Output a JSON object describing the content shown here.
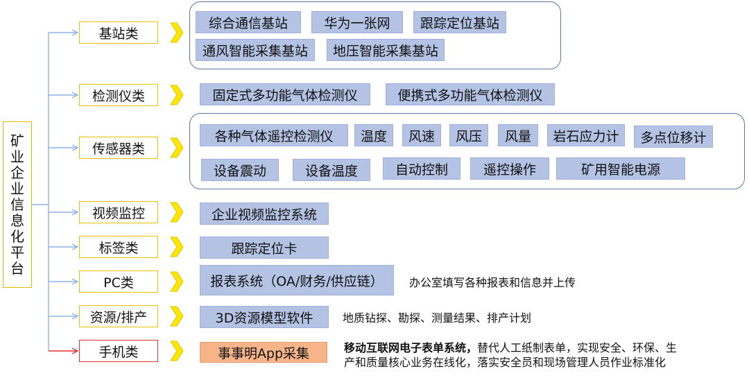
{
  "root": {
    "chars": [
      "矿",
      "业",
      "企",
      "业",
      "信",
      "息",
      "化",
      "平",
      "台"
    ]
  },
  "categories": [
    {
      "id": "base",
      "label": "基站类",
      "items": [
        "综合通信基站",
        "华为一张网",
        "跟踪定位基站",
        "通风智能采集基站",
        "地压智能采集基站"
      ]
    },
    {
      "id": "instrument",
      "label": "检测仪类",
      "items": [
        "固定式多功能气体检测仪",
        "便携式多功能气体检测仪"
      ]
    },
    {
      "id": "sensor",
      "label": "传感器类",
      "items": [
        "各种气体遥控检测仪",
        "温度",
        "风速",
        "风压",
        "风量",
        "岩石应力计",
        "多点位移计",
        "设备震动",
        "设备温度",
        "自动控制",
        "遥控操作",
        "矿用智能电源"
      ]
    },
    {
      "id": "video",
      "label": "视频监控",
      "items": [
        "企业视频监控系统"
      ]
    },
    {
      "id": "tag",
      "label": "标签类",
      "items": [
        "跟踪定位卡"
      ]
    },
    {
      "id": "pc",
      "label": "PC类",
      "items": [
        "报表系统（OA/财务/供应链）"
      ],
      "note": "办公室填写各种报表和信息并上传"
    },
    {
      "id": "resource",
      "label": "资源/排产",
      "items": [
        "3D资源模型软件"
      ],
      "note": "地质钻探、勘探、测量结果、排产计划"
    },
    {
      "id": "mobile",
      "label": "手机类",
      "items": [
        "事事明App采集"
      ],
      "note_bold": "移动互联网电子表单系统，",
      "note_line1": "替代人工纸制表单，实现安全、环保、生",
      "note_line2": "产和质量核心业务在线化，落实安全员和现场管理人员作业标准化"
    }
  ],
  "colors": {
    "connector": "#8cb4e8",
    "box_fill": "#b4c2e4",
    "highlight_fill": "#f7b489",
    "cat_border": "#e8c100",
    "cat_border_highlight": "#e03030",
    "chevron": "#ffe600",
    "group_border": "#5a76a8"
  }
}
